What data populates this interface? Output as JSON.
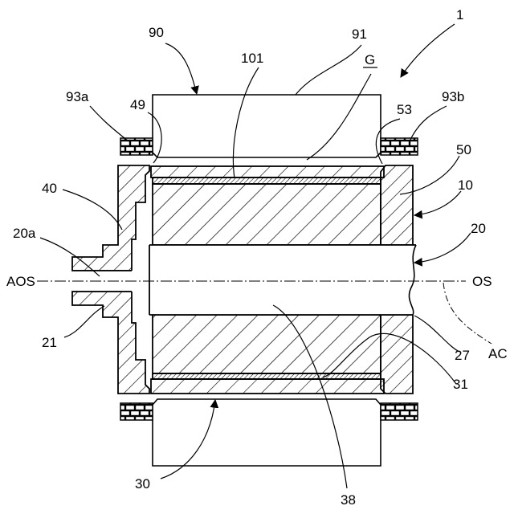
{
  "reference_numerals": {
    "assembly": "1",
    "stator": "90",
    "stator_core": "91",
    "layer": "101",
    "gap": "G",
    "coil_left": "93a",
    "corner_left": "49",
    "corner_right": "53",
    "coil_right": "93b",
    "end_plate_right": "50",
    "end_plate_left": "40",
    "rotor_assembly": "10",
    "bore_port": "20a",
    "shaft": "20",
    "hub": "21",
    "shaft_junction": "27",
    "inner_layer": "31",
    "rotor_body": "30",
    "bore_surface": "38"
  },
  "axis_labels": {
    "left": "AOS",
    "right": "OS",
    "curve": "AC"
  }
}
